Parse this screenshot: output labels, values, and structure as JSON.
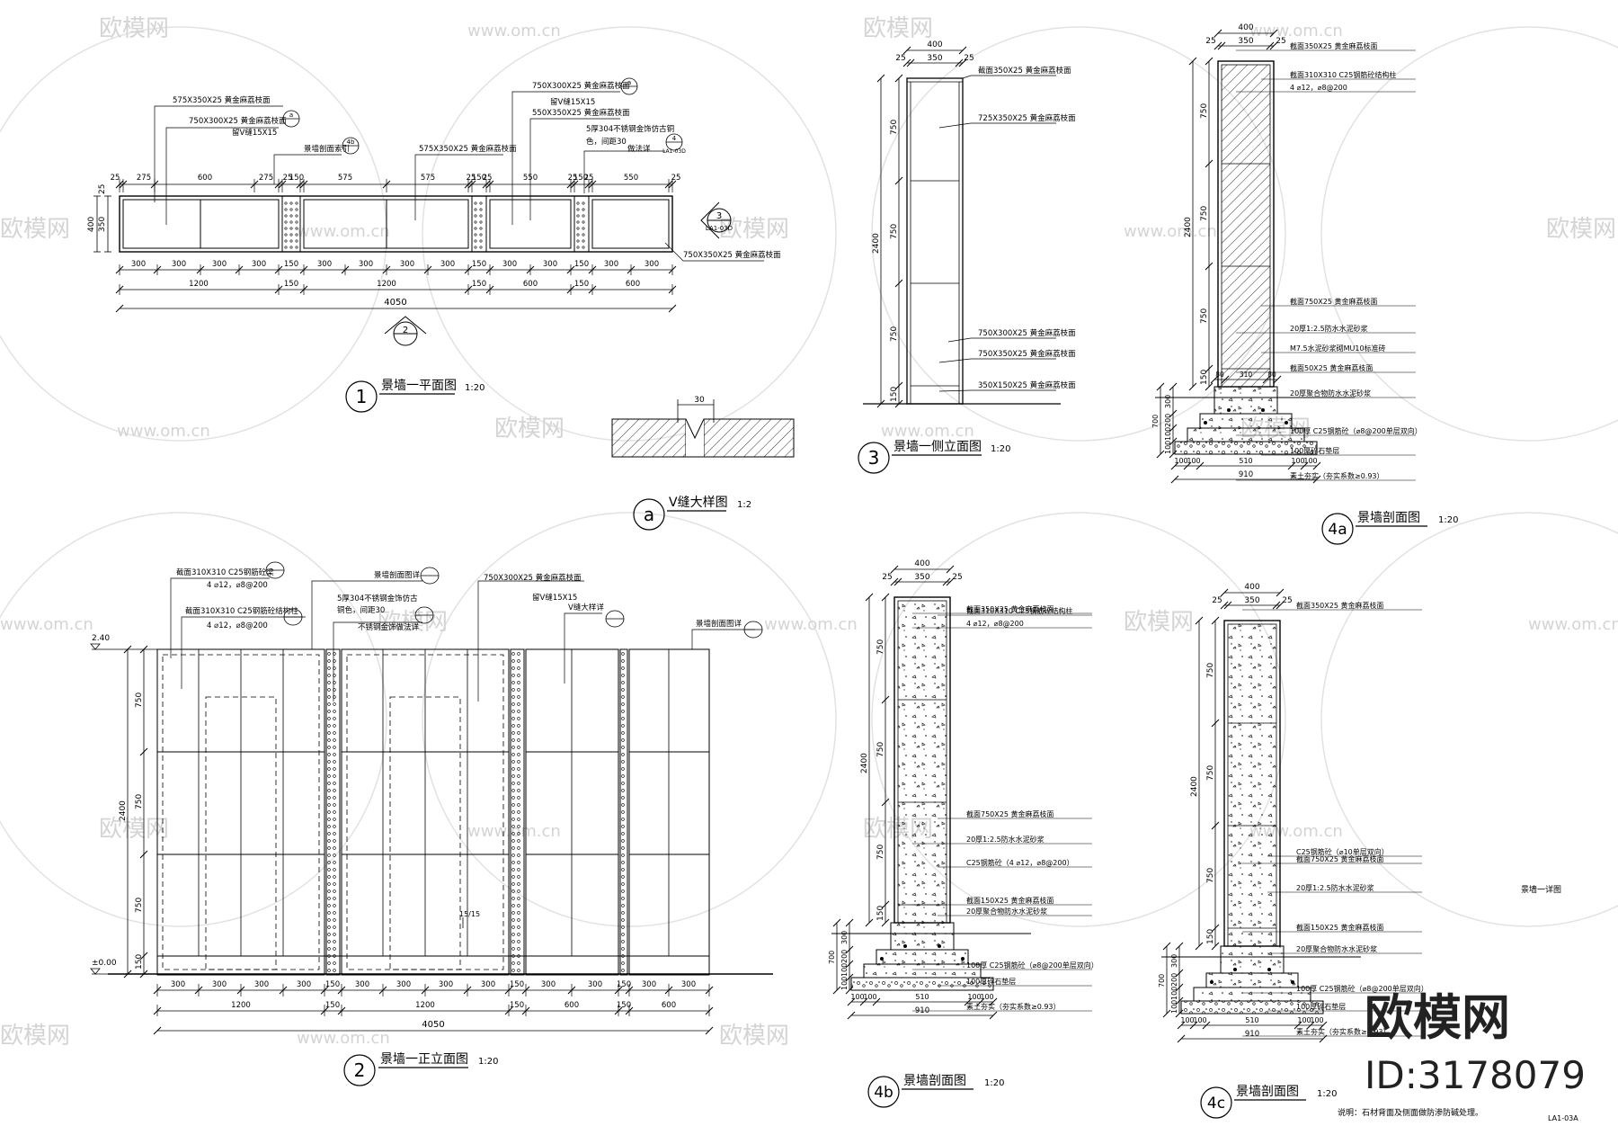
{
  "watermark": {
    "brand": "欧模网",
    "url": "www.om.cn",
    "id": "ID:3178079"
  },
  "sheet_code": "LA1-03A",
  "note": "说明：石材背面及侧面做防渗防碱处理。",
  "side_note": "景墙一详图",
  "views": {
    "v1": {
      "num": "1",
      "title": "景墙一平面图",
      "scale": "1:20"
    },
    "v2": {
      "num": "2",
      "title": "景墙一正立面图",
      "scale": "1:20"
    },
    "v3": {
      "num": "3",
      "title": "景墙一侧立面图",
      "scale": "1:20"
    },
    "va": {
      "num": "a",
      "title": "V缝大样图",
      "scale": "1:2",
      "dim": "30"
    },
    "v4a": {
      "num": "4a",
      "title": "景墙剖面图",
      "scale": "1:20"
    },
    "v4b": {
      "num": "4b",
      "title": "景墙剖面图",
      "scale": "1:20"
    },
    "v4c": {
      "num": "4c",
      "title": "景墙剖面图",
      "scale": "1:20"
    }
  },
  "plan": {
    "top_dims": [
      "25",
      "275",
      "600",
      "275",
      "25",
      "150",
      "575",
      "575",
      "25",
      "150",
      "25",
      "550",
      "25",
      "150",
      "25",
      "550",
      "25"
    ],
    "left_dims": [
      "25",
      "350",
      "400"
    ],
    "bottom_dims1": [
      "300",
      "300",
      "300",
      "300",
      "150",
      "300",
      "300",
      "300",
      "300",
      "150",
      "300",
      "300",
      "150",
      "300",
      "300"
    ],
    "bottom_dims2": [
      "1200",
      "150",
      "1200",
      "150",
      "600",
      "150",
      "600"
    ],
    "total": "4050",
    "labels": [
      "575X350X25  黄金麻荔枝面",
      "750X300X25  黄金麻荔枝面",
      "留V缝15X15",
      "景墙剖面索引",
      "575X350X25  黄金麻荔枝面",
      "750X300X25  黄金麻荔枝面",
      "留V缝15X15",
      "550X350X25  黄金麻荔枝面",
      "5厚304不锈钢金饰仿古铜",
      "色，间距30",
      "做法详",
      "750X350X25  黄金麻荔枝面"
    ],
    "sym_a": "a",
    "sym_4b": "4b",
    "sym_4": "4",
    "sym_ref": "LA1-03D",
    "sym_3": "3",
    "sym_2": "2"
  },
  "elev": {
    "level_top": "2.40",
    "level_bot": "±0.00",
    "left_dims": [
      "150",
      "750",
      "750",
      "750"
    ],
    "total_h": "2400",
    "bottom_dims1": [
      "300",
      "300",
      "300",
      "300",
      "150",
      "300",
      "300",
      "300",
      "300",
      "150",
      "300",
      "300",
      "150",
      "300",
      "300"
    ],
    "bottom_dims2": [
      "1200",
      "150",
      "1200",
      "150",
      "600",
      "150",
      "600"
    ],
    "total": "4050",
    "mark": "15/15",
    "labels": [
      "截面310X310  C25钢筋砼梁",
      "4 ⌀12，⌀8@200",
      "截面310X310  C25钢筋砼结构柱",
      "4 ⌀12，⌀8@200",
      "景墙剖面图详",
      "5厚304不锈钢金饰仿古",
      "铜色，间距30",
      "不锈钢金饰做法详",
      "750X300X25  黄金麻荔枝面",
      "留V缝15X15",
      "V缝大样详",
      "景墙剖面图详"
    ]
  },
  "side": {
    "top_dims": [
      "400",
      "25",
      "350",
      "25"
    ],
    "left_dims": [
      "750",
      "750",
      "750",
      "150"
    ],
    "total_h": "2400",
    "labels": [
      "截面350X25  黄金麻荔枝面",
      "725X350X25  黄金麻荔枝面",
      "750X300X25  黄金麻荔枝面",
      "750X350X25  黄金麻荔枝面",
      "350X150X25  黄金麻荔枝面"
    ]
  },
  "sec4a": {
    "top_dims": [
      "400",
      "25",
      "350",
      "25"
    ],
    "left_dims": [
      "750",
      "750",
      "750",
      "150"
    ],
    "total_h": "2400",
    "found_dims": [
      "300",
      "200",
      "100",
      "100"
    ],
    "found_total": "700",
    "bottom_dims": [
      "100",
      "100",
      "510",
      "100",
      "100"
    ],
    "bottom_total": "910",
    "inner_dims": [
      "80",
      "310",
      "80"
    ],
    "labels": [
      "截面350X25  黄金麻荔枝面",
      "截面310X310  C25钢筋砼结构柱",
      "4 ⌀12，⌀8@200",
      "截面750X25  黄金麻荔枝面",
      "20厚1:2.5防水水泥砂浆",
      "M7.5水泥砂浆砌MU10标准砖",
      "截面50X25  黄金麻荔枝面",
      "20厚聚合物防水水泥砂浆",
      "100厚  C25钢筋砼（⌀8@200单层双向）",
      "100厚碎石垫层",
      "素土夯实（夯实系数≥0.93）"
    ]
  },
  "sec4b": {
    "top_dims": [
      "400",
      "25",
      "350",
      "25"
    ],
    "left_dims": [
      "750",
      "750",
      "750",
      "150"
    ],
    "total_h": "2400",
    "found_dims": [
      "300",
      "200",
      "100",
      "100"
    ],
    "found_total": "700",
    "bottom_dims": [
      "100",
      "100",
      "510",
      "100",
      "100"
    ],
    "bottom_total": "910",
    "labels": [
      "截面350X25  黄金麻荔枝面",
      "截面310X310  C25钢筋砼结构柱",
      "4 ⌀12，⌀8@200",
      "截面750X25  黄金麻荔枝面",
      "20厚1:2.5防水水泥砂浆",
      "C25钢筋砼（4 ⌀12，⌀8@200）",
      "截面150X25  黄金麻荔枝面",
      "20厚聚合物防水水泥砂浆",
      "100厚  C25钢筋砼（⌀8@200单层双向）",
      "100厚碎石垫层",
      "素土夯实（夯实系数≥0.93）"
    ]
  },
  "sec4c": {
    "top_dims": [
      "400",
      "25",
      "350",
      "25"
    ],
    "left_dims": [
      "750",
      "750",
      "750",
      "150"
    ],
    "total_h": "2400",
    "found_dims": [
      "300",
      "200",
      "100",
      "100"
    ],
    "found_total": "700",
    "bottom_dims": [
      "100",
      "100",
      "510",
      "100",
      "100"
    ],
    "bottom_total": "910",
    "labels": [
      "截面350X25  黄金麻荔枝面",
      "C25钢筋砼（⌀10单层双向）",
      "截面750X25  黄金麻荔枝面",
      "20厚1:2.5防水水泥砂浆",
      "截面150X25  黄金麻荔枝面",
      "20厚聚合物防水水泥砂浆",
      "100厚  C25钢筋砼（⌀8@200单层双向）",
      "100厚碎石垫层",
      "素土夯实（夯实系数≥0.93）"
    ]
  }
}
